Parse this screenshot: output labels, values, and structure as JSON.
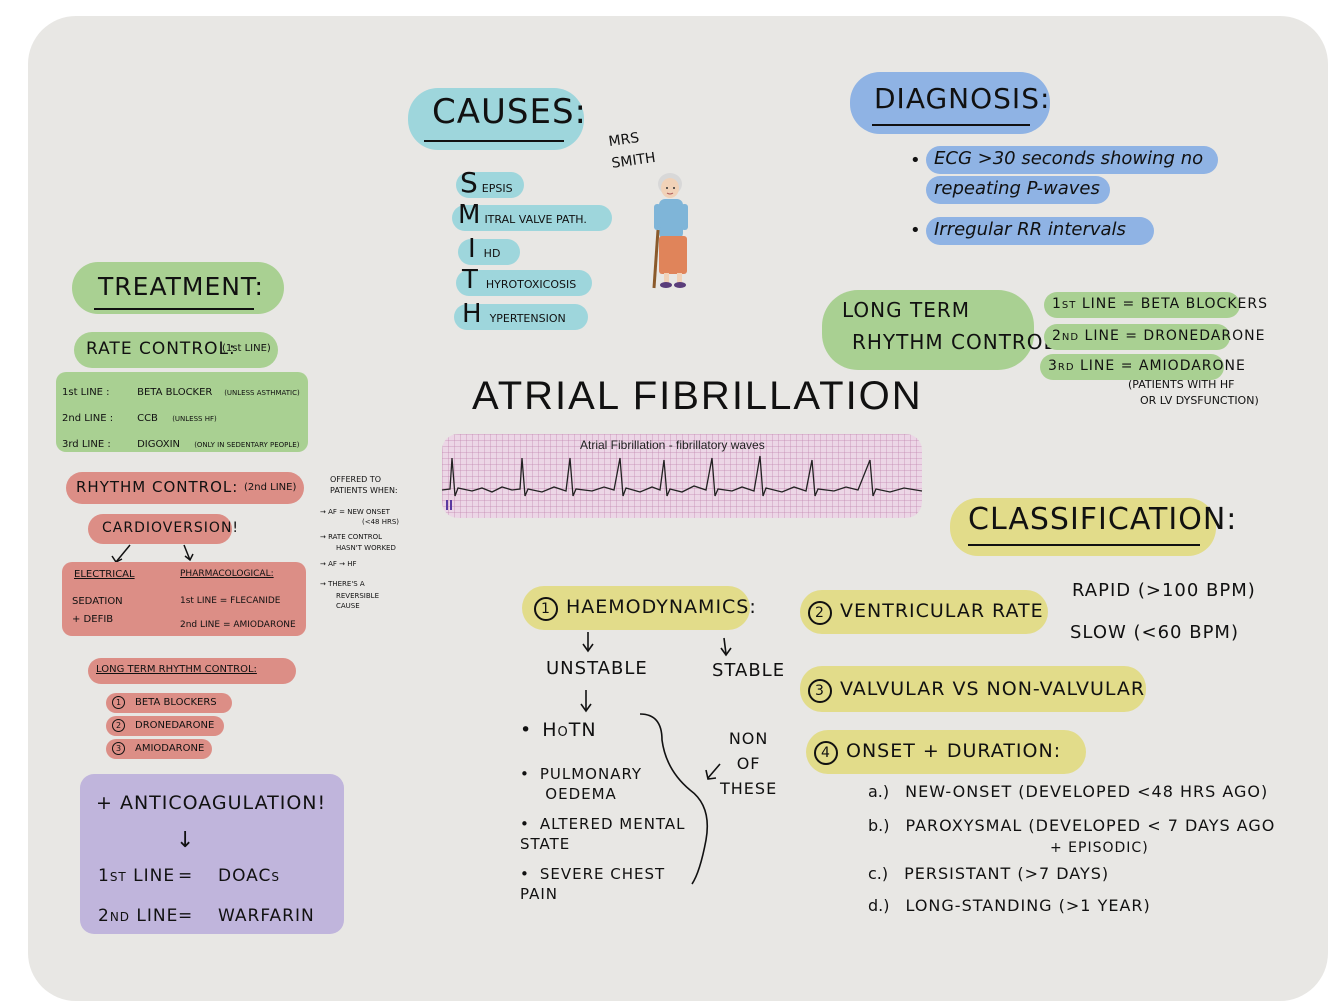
{
  "title": "ATRIAL FIBRILLATION",
  "ecg_caption": "Atrial Fibrillation - fibrillatory waves",
  "causes": {
    "heading": "CAUSES:",
    "items": [
      {
        "letter": "S",
        "rest": "EPSIS"
      },
      {
        "letter": "M",
        "rest": "ITRAL VALVE PATH."
      },
      {
        "letter": "I",
        "rest": "HD"
      },
      {
        "letter": "T",
        "rest": "HYROTOXICOSIS"
      },
      {
        "letter": "H",
        "rest": "YPERTENSION"
      }
    ],
    "mnemonic_label": "MRS\nSMITH"
  },
  "diagnosis": {
    "heading": "DIAGNOSIS:",
    "bullet1_line1": "ECG >30 seconds showing no",
    "bullet1_line2": "repeating P-waves",
    "bullet2": "Irregular RR intervals"
  },
  "long_term_rhythm": {
    "heading_line1": "LONG TERM",
    "heading_line2": "RHYTHM CONTROL:",
    "line1": "1st LINE = BETA BLOCKERS",
    "line2": "2nd LINE = DRONEDARONE",
    "line3": "3rd LINE = AMIODARONE",
    "note_line1": "(PATIENTS WITH HF",
    "note_line2": "OR LV DYSFUNCTION)"
  },
  "treatment": {
    "heading": "TREATMENT:",
    "rate_control": {
      "heading": "RATE CONTROL:",
      "heading_note": "(1st LINE)",
      "lines": [
        {
          "label": "1st LINE :",
          "value": "BETA BLOCKER",
          "note": "(UNLESS ASTHMATIC)"
        },
        {
          "label": "2nd LINE :",
          "value": "CCB",
          "note": "(UNLESS HF)"
        },
        {
          "label": "3rd LINE :",
          "value": "DIGOXIN",
          "note": "(ONLY IN SEDENTARY PEOPLE)"
        }
      ]
    },
    "rhythm_control": {
      "heading": "RHYTHM CONTROL:",
      "heading_note": "(2nd LINE)",
      "cardioversion": "CARDIOVERSION!",
      "electrical_heading": "ELECTRICAL",
      "electrical_line1": "SEDATION",
      "electrical_line2": "+ DEFIB",
      "pharm_heading": "PHARMACOLOGICAL:",
      "pharm_line1": "1st LINE = FLECANIDE",
      "pharm_line2": "2nd LINE = AMIODARONE"
    },
    "offered": {
      "heading_line1": "OFFERED TO",
      "heading_line2": "PATIENTS WHEN:",
      "items": [
        {
          "line1": "→ AF = NEW ONSET",
          "line2": "(<48 HRS)"
        },
        {
          "line1": "→ RATE CONTROL",
          "line2": "HASN'T WORKED"
        },
        {
          "line1": "→ AF → HF",
          "line2": ""
        },
        {
          "line1": "→ THERE'S A",
          "line2": "REVERSIBLE CAUSE"
        }
      ]
    },
    "long_term": {
      "heading": "LONG TERM RHYTHM CONTROL:",
      "items": [
        {
          "num": "1",
          "label": "BETA BLOCKERS"
        },
        {
          "num": "2",
          "label": "DRONEDARONE"
        },
        {
          "num": "3",
          "label": "AMIODARONE"
        }
      ]
    },
    "anticoagulation": {
      "heading": "+ ANTICOAGULATION!",
      "arrow": "↓",
      "line1_label": "1st LINE",
      "line1_eq": "=",
      "line1_value": "DOACs",
      "line2_label": "2nd LINE",
      "line2_eq": "=",
      "line2_value": "WARFARIN"
    }
  },
  "classification": {
    "heading": "CLASSIFICATION:",
    "haemodynamics": {
      "num": "1",
      "label": "HAEMODYNAMICS:",
      "unstable": "UNSTABLE",
      "stable": "STABLE",
      "unstable_items": [
        "HoTN",
        "PULMONARY\nOEDEMA",
        "ALTERED MENTAL\nSTATE",
        "SEVERE CHEST\nPAIN"
      ],
      "none_of_these": "NON\nOF\nTHESE"
    },
    "ventricular_rate": {
      "num": "2",
      "label": "VENTRICULAR RATE",
      "rapid": "RAPID (>100 BPM)",
      "slow": "SLOW (<60 BPM)"
    },
    "valvular": {
      "num": "3",
      "label": "VALVULAR VS NON-VALVULAR"
    },
    "onset": {
      "num": "4",
      "label": "ONSET + DURATION:",
      "items": [
        {
          "letter": "a.)",
          "line1": "NEW-ONSET (DEVELOPED <48 HRS AGO)",
          "line2": ""
        },
        {
          "letter": "b.)",
          "line1": "PAROXYSMAL (DEVELOPED < 7 DAYS AGO",
          "line2": "+ EPISODIC)"
        },
        {
          "letter": "c.)",
          "line1": "PERSISTANT (>7 DAYS)",
          "line2": ""
        },
        {
          "letter": "d.)",
          "line1": "LONG-STANDING (>1 YEAR)",
          "line2": ""
        }
      ]
    }
  }
}
